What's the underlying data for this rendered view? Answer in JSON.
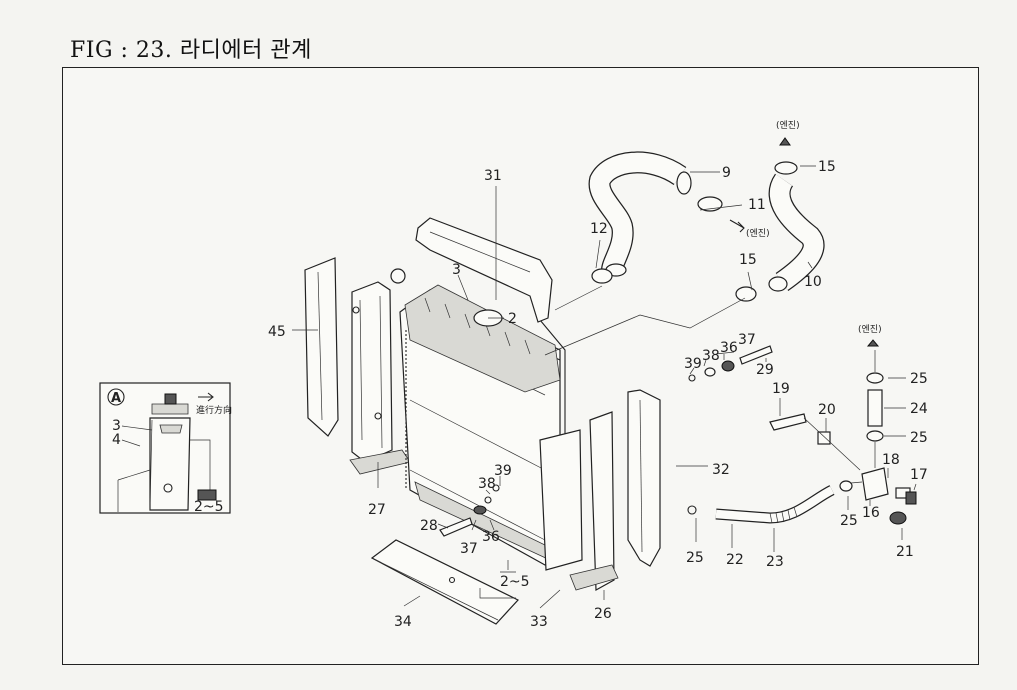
{
  "title": "FIG : 23. 라디에터 관계",
  "engine_label": "(엔진)",
  "inset": {
    "marker": "A",
    "arrow_text": "進行方向",
    "labels": [
      "3",
      "4",
      "2~5"
    ]
  },
  "callouts": {
    "c9": "9",
    "c11": "11",
    "c15a": "15",
    "c15b": "15",
    "c12": "12",
    "c10": "10",
    "c31": "31",
    "c3": "3",
    "c2": "2",
    "c45": "45",
    "c27": "27",
    "c37a": "37",
    "c36a": "36",
    "c38a": "38",
    "c39a": "39",
    "c29": "29",
    "c19": "19",
    "c20": "20",
    "c25a": "25",
    "c24": "24",
    "c25b": "25",
    "c18": "18",
    "c17": "17",
    "c32": "32",
    "c39b": "39",
    "c38b": "38",
    "c28": "28",
    "c37b": "37",
    "c36b": "36",
    "c25c": "25",
    "c22": "22",
    "c23": "23",
    "c25d": "25",
    "c16": "16",
    "c21": "21",
    "c25_range": "2~5",
    "c34": "34",
    "c33": "33",
    "c26": "26"
  }
}
